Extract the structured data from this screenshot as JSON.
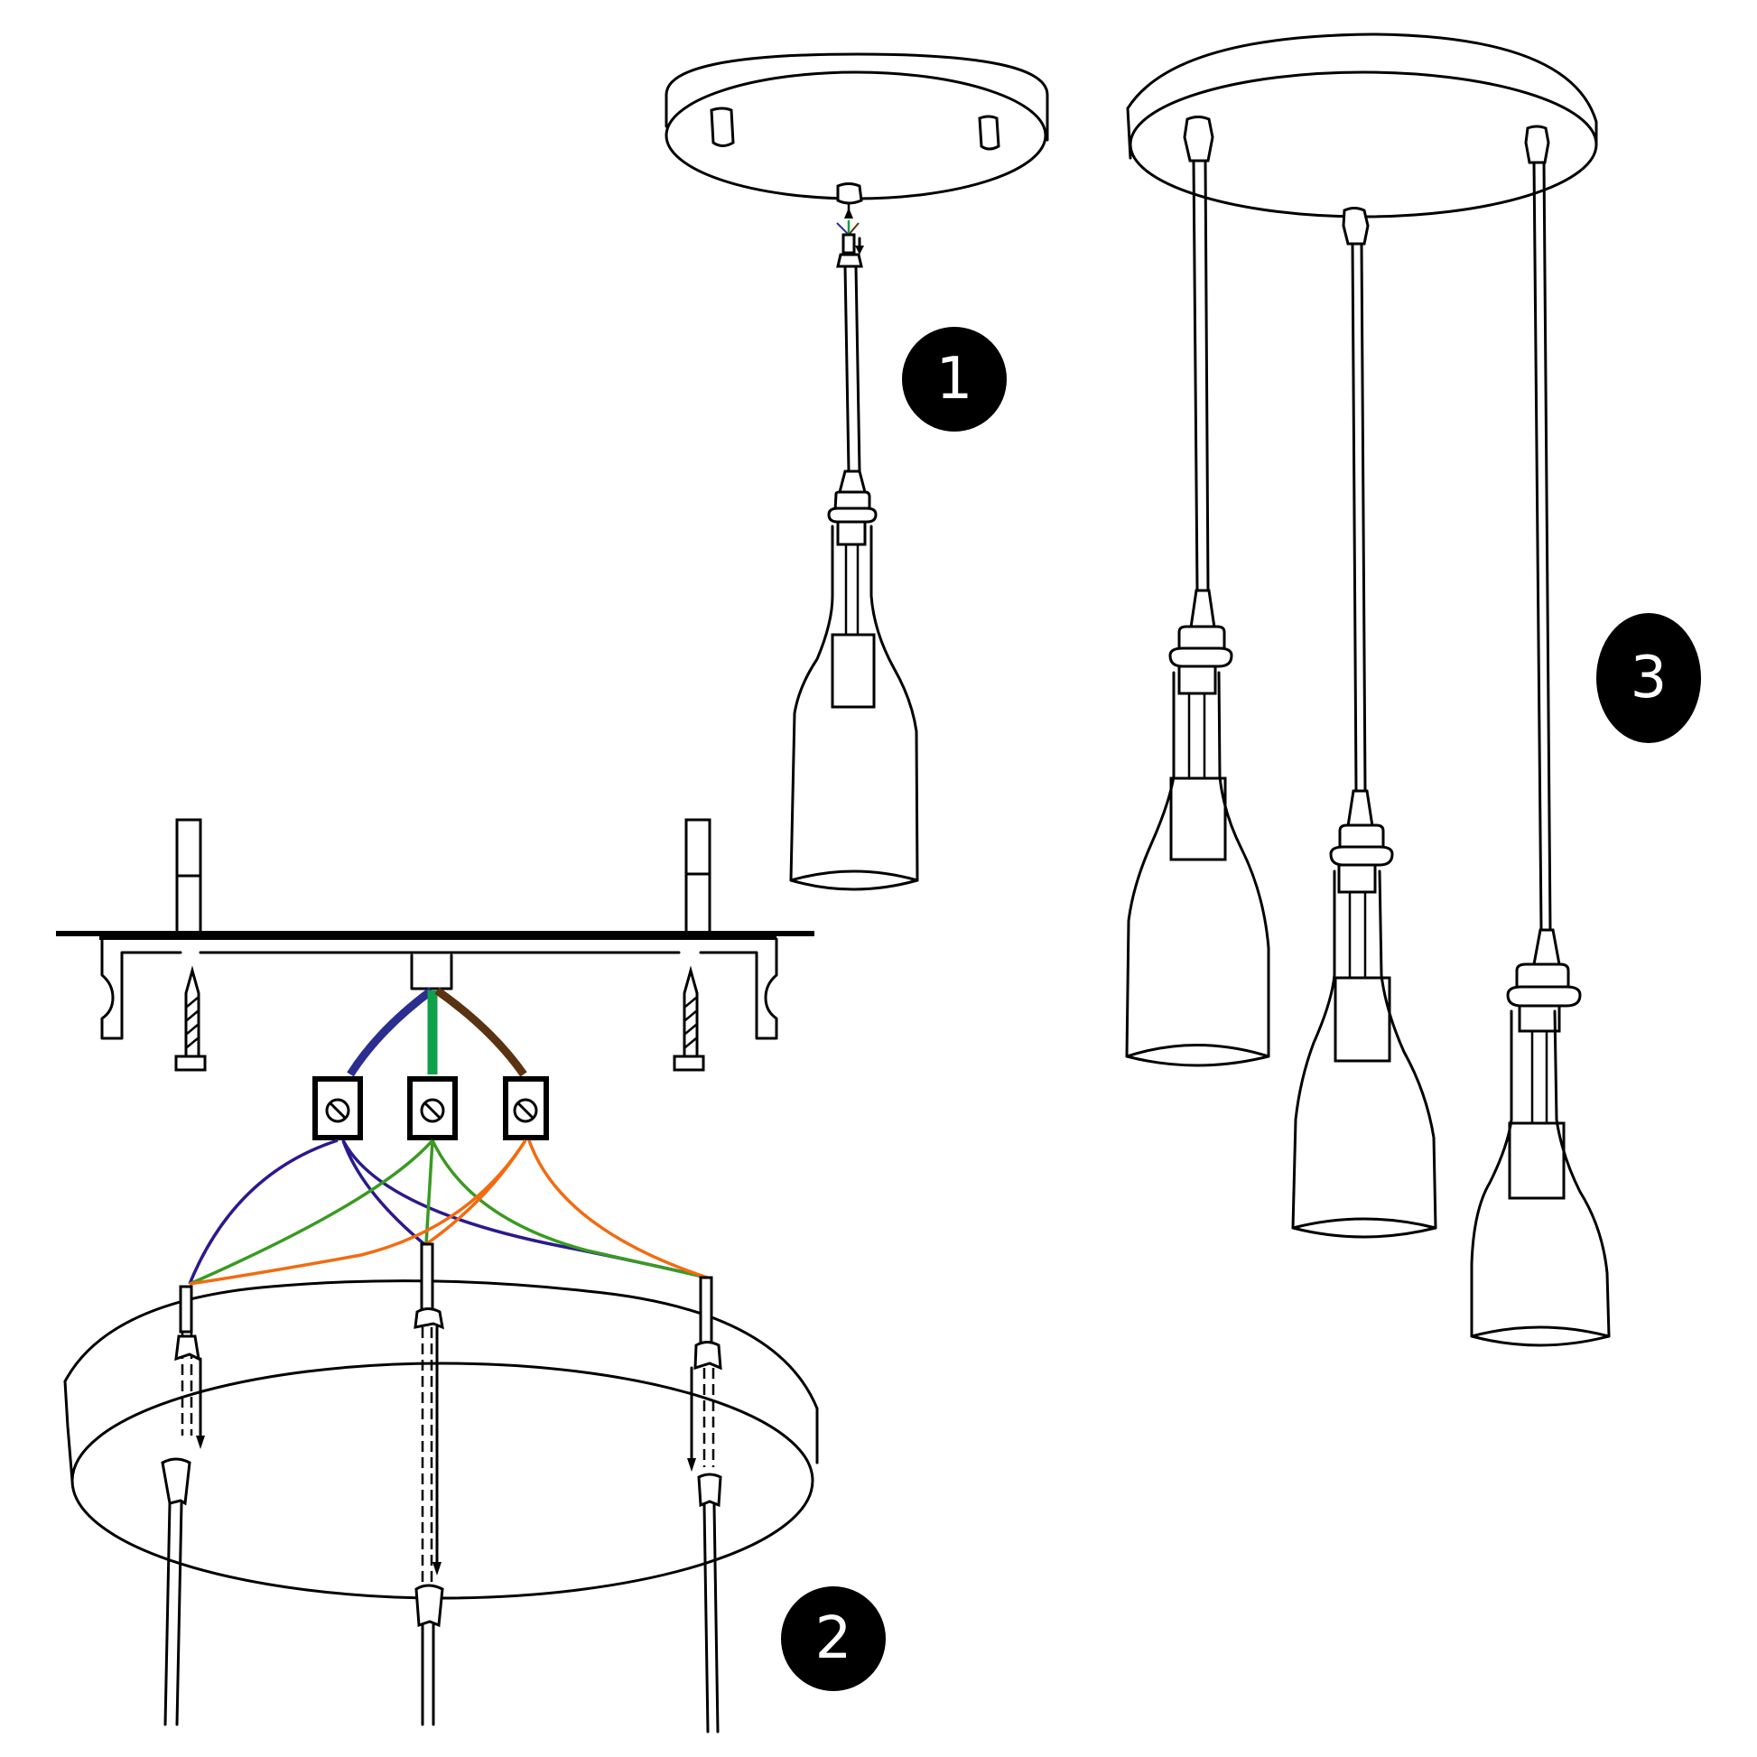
{
  "diagram": {
    "type": "installation-instructions",
    "subject": "3-light bottle pendant lamp",
    "steps": [
      {
        "number": "1",
        "label": "1",
        "description": "Connect single pendant cord to canopy socket"
      },
      {
        "number": "2",
        "label": "2",
        "description": "Wire three pendants to terminal block and mount canopy to ceiling bracket"
      },
      {
        "number": "3",
        "label": "3",
        "description": "Finished 3-light pendant assembly"
      }
    ],
    "wire_colors": {
      "supply_blue": "#2b2e8f",
      "supply_green": "#0ea14a",
      "supply_brown": "#5a3412",
      "pendant_blue": "#2a1a8e",
      "pendant_green": "#3a9a22",
      "pendant_orange": "#f26b10"
    },
    "terminal_block": {
      "count": 3,
      "icon": "screw-slot-icon"
    },
    "parts": [
      "ceiling-bracket",
      "mounting-screw",
      "terminal-block",
      "round-canopy",
      "pendant-cord",
      "cord-grip",
      "bottle-shade",
      "lamp-socket"
    ],
    "badge_color": "#000000",
    "badge_text_color": "#ffffff"
  }
}
